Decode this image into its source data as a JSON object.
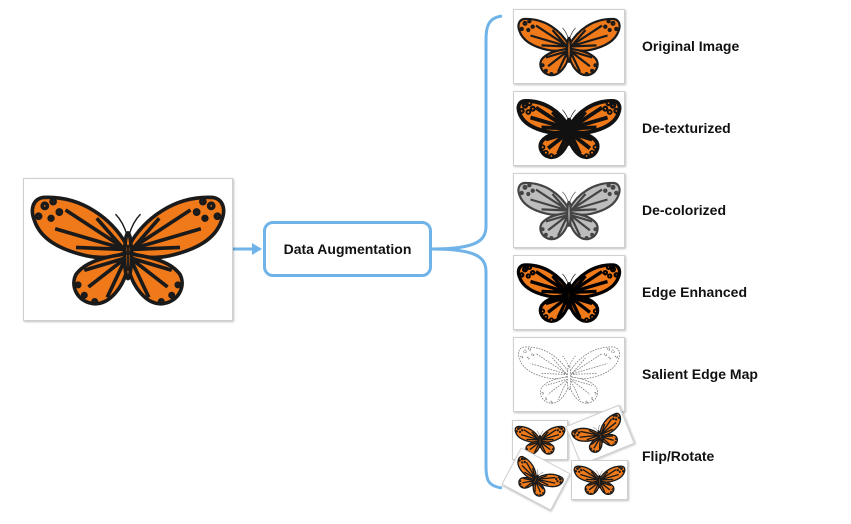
{
  "diagram": {
    "center_label": "Data Augmentation",
    "outputs": [
      {
        "label": "Original Image"
      },
      {
        "label": "De-texturized"
      },
      {
        "label": "De-colorized"
      },
      {
        "label": "Edge Enhanced"
      },
      {
        "label": "Salient Edge Map"
      },
      {
        "label": "Flip/Rotate"
      }
    ]
  },
  "colors": {
    "connector": "#6fb3e8",
    "butterfly_orange": "#f07a1a",
    "butterfly_black": "#1a1a1a",
    "decolorized_gray": "#bdbdbd"
  }
}
